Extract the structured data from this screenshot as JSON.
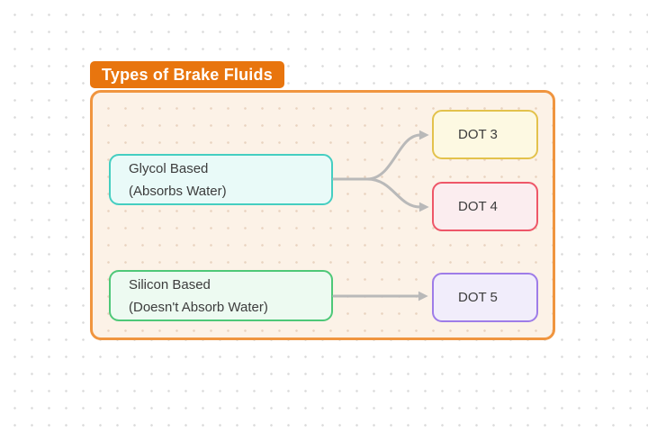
{
  "title": {
    "label": "Types of Brake Fluids"
  },
  "colors": {
    "accent": "#E8750E",
    "frame_border": "#F0953F",
    "frame_bg": "#FCF2E7",
    "arrow": "#B9B9B9",
    "node_text": "#3C3C3C"
  },
  "nodes": {
    "glycol": {
      "line1": "Glycol Based",
      "line2": "(Absorbs Water)",
      "border_color": "#45CEC1",
      "bg_color": "#E9FAF8"
    },
    "silicon": {
      "line1": "Silicon Based",
      "line2": "(Doesn't Absorb Water)",
      "border_color": "#4EC878",
      "bg_color": "#EDFAF1"
    },
    "dot3": {
      "label": "DOT 3",
      "border_color": "#E3C24C",
      "bg_color": "#FDF9E2"
    },
    "dot4": {
      "label": "DOT 4",
      "border_color": "#EE5668",
      "bg_color": "#FBEDEF"
    },
    "dot5": {
      "label": "DOT 5",
      "border_color": "#9E7CE8",
      "bg_color": "#F1EDFB"
    }
  },
  "edges": [
    {
      "from": "Glycol Based",
      "to": "DOT 3"
    },
    {
      "from": "Glycol Based",
      "to": "DOT 4"
    },
    {
      "from": "Silicon Based",
      "to": "DOT 5"
    }
  ]
}
